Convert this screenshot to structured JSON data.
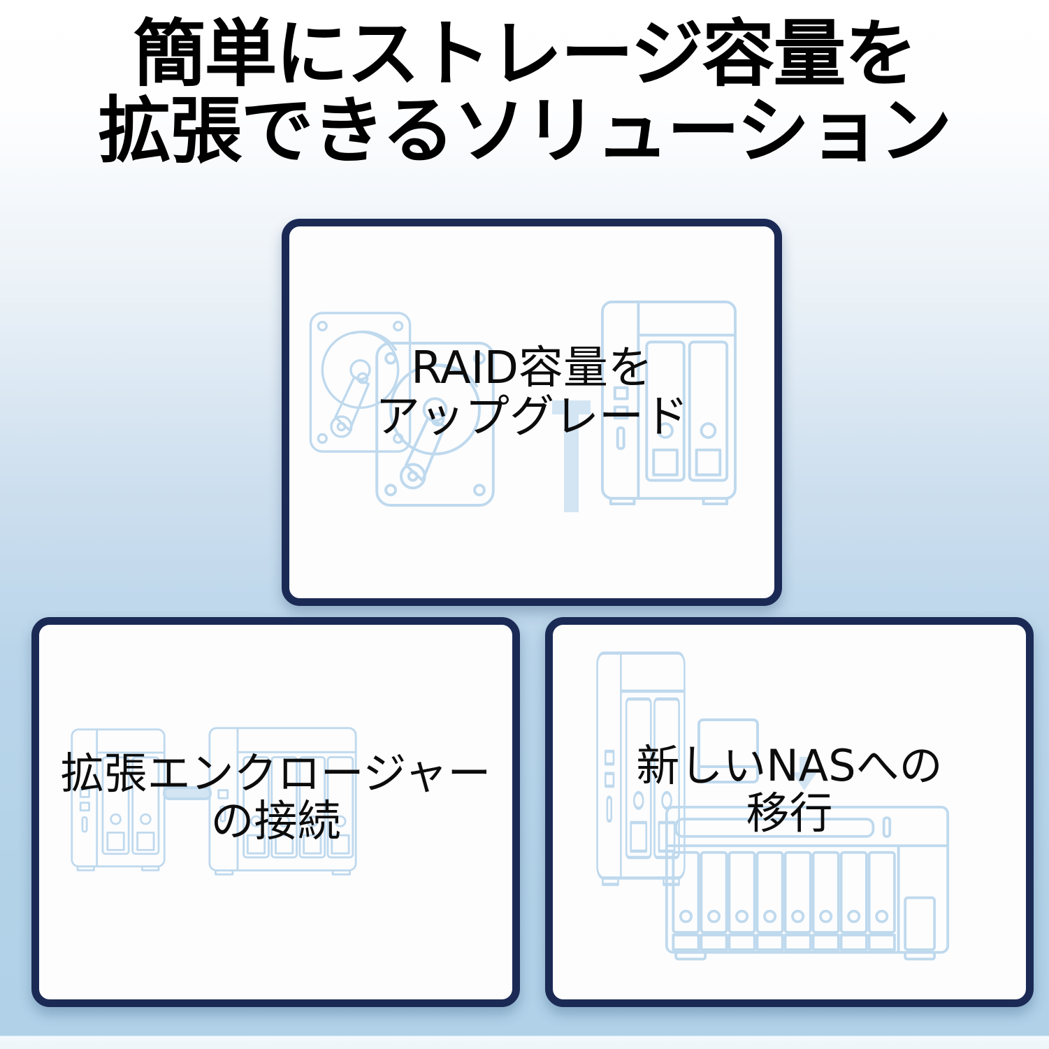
{
  "header": {
    "title_line1": "簡単にストレージ容量を",
    "title_line2": "拡張できるソリューション"
  },
  "cards": [
    {
      "id": "raid-upgrade",
      "label_line1": "RAID容量を",
      "label_line2": "アップグレード",
      "icons": [
        "hard-drive-icon",
        "hard-drive-icon",
        "letter-t-watermark",
        "nas-2bay-icon"
      ]
    },
    {
      "id": "expansion-enclosure",
      "label_line1": "拡張エンクロージャー",
      "label_line2": "の接続",
      "icons": [
        "nas-2bay-icon",
        "cable-icon",
        "nas-4bay-icon"
      ]
    },
    {
      "id": "nas-migration",
      "label_line1": "新しいNASへの",
      "label_line2": "移行",
      "icons": [
        "nas-2bay-tall-icon",
        "drive-box-icon",
        "arrow-down-icon",
        "nas-8bay-icon"
      ]
    }
  ],
  "colors": {
    "card_border": "#1b2a55",
    "card_background": "#fdfdfe",
    "line_art": "#bfd9ed",
    "line_art_fill": "#d3e5f3",
    "background_top": "#ffffff",
    "background_bottom": "#b0d1e8",
    "title_text": "#000000",
    "card_text": "#0c0c0c"
  }
}
